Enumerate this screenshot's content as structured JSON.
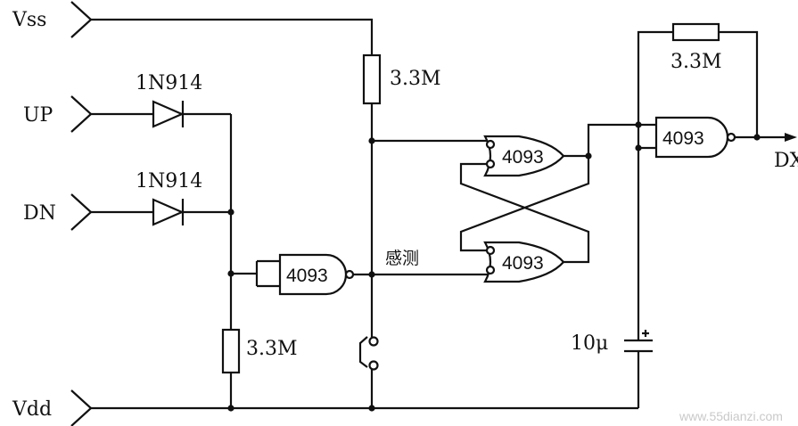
{
  "ports": {
    "vss": "Vss",
    "up": "UP",
    "dn": "DN",
    "vdd": "Vdd",
    "out": "DX"
  },
  "components": {
    "diode_up": "1N914",
    "diode_dn": "1N914",
    "r_top": "3.3M",
    "r_left": "3.3M",
    "r_feedback": "3.3M",
    "capacitor": "10μ",
    "gate_input": "4093",
    "gate_latch_top": "4093",
    "gate_latch_bottom": "4093",
    "gate_output": "4093"
  },
  "net_label": "感测",
  "watermark": "www.55dianzi.com"
}
